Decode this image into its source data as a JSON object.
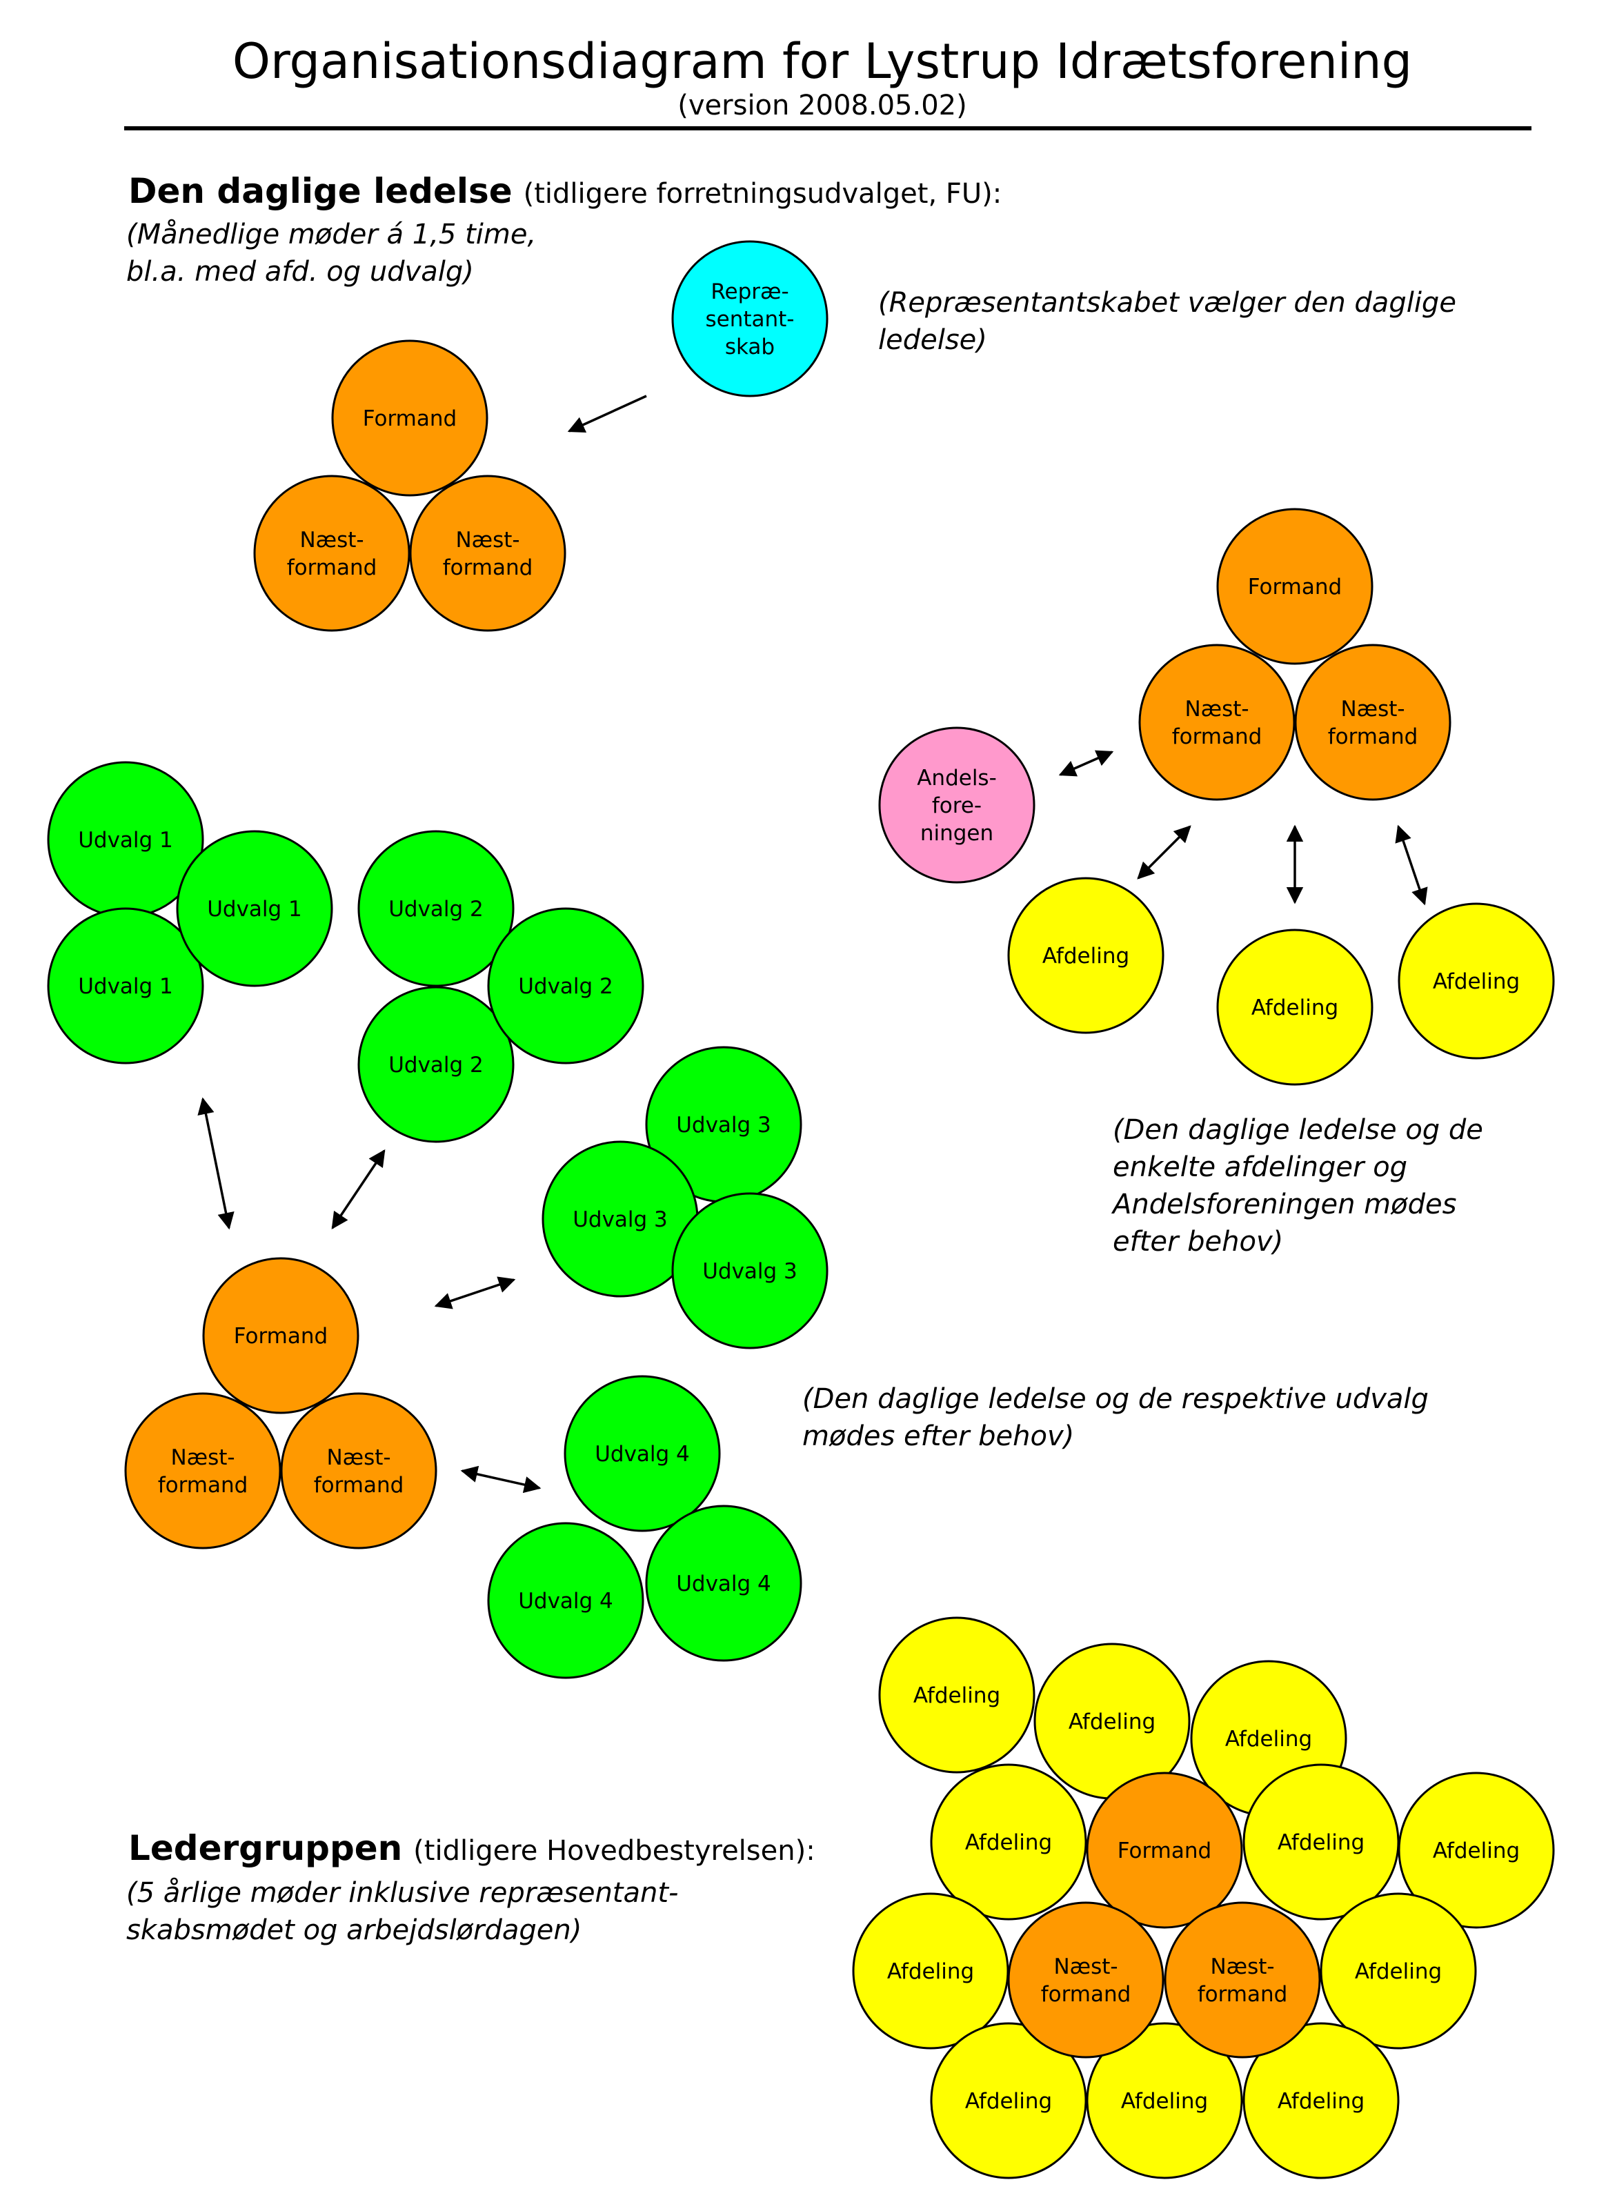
{
  "title": "Organisationsdiagram for Lystrup Idrætsforening",
  "version": "(version 2008.05.02)",
  "section_daily": {
    "heading": "Den daglige ledelse",
    "heading_note": "(tidligere forretningsudvalget, FU):",
    "note_lines": [
      "(Månedlige møder á 1,5 time,",
      "bl.a. med afd. og udvalg)"
    ]
  },
  "notes": {
    "representatives": [
      "(Repræsentantskabet vælger den daglige",
      "ledelse)"
    ],
    "departments": [
      "(Den daglige ledelse og de",
      "enkelte afdelinger og",
      "Andelsforeningen mødes",
      "efter behov)"
    ],
    "committees": [
      "(Den daglige ledelse og de respektive udvalg",
      "mødes efter behov)"
    ]
  },
  "section_leaders": {
    "heading": "Ledergruppen",
    "heading_note": "(tidligere Hovedbestyrelsen):",
    "note_lines": [
      "(5 årlige møder inklusive repræsentant-",
      "skabsmødet og arbejdslørdagen)"
    ]
  },
  "colors": {
    "orange": "#FF9900",
    "green": "#00FF00",
    "yellow": "#FFFF00",
    "cyan": "#00FFFF",
    "pink": "#FF99CC"
  },
  "labels": {
    "representanter": [
      "Repræ-",
      "sentant-",
      "skab"
    ],
    "formand": [
      "Formand"
    ],
    "naestformand": [
      "Næst-",
      "formand"
    ],
    "andel": [
      "Andels-",
      "fore-",
      "ningen"
    ],
    "afdeling": [
      "Afdeling"
    ],
    "udvalg1": [
      "Udvalg 1"
    ],
    "udvalg2": [
      "Udvalg 2"
    ],
    "udvalg3": [
      "Udvalg 3"
    ],
    "udvalg4": [
      "Udvalg 4"
    ]
  }
}
